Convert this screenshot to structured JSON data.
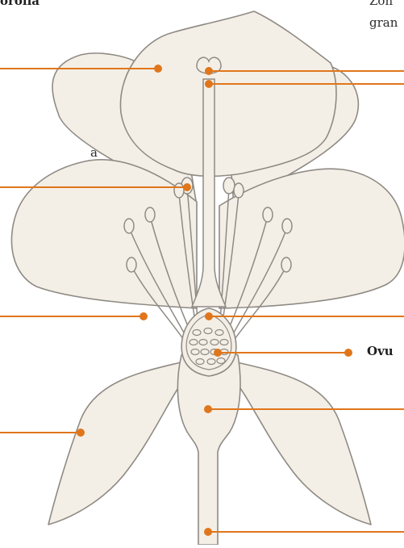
{
  "labels": {
    "corolla": "orolla",
    "left_mid": "a",
    "zone_line1": "Zon",
    "zone_line2": "gran",
    "ovule": "Ovu"
  },
  "colors": {
    "petal_fill": "#f4efe6",
    "outline": "#8f8a84",
    "leader": "#e0761c"
  }
}
